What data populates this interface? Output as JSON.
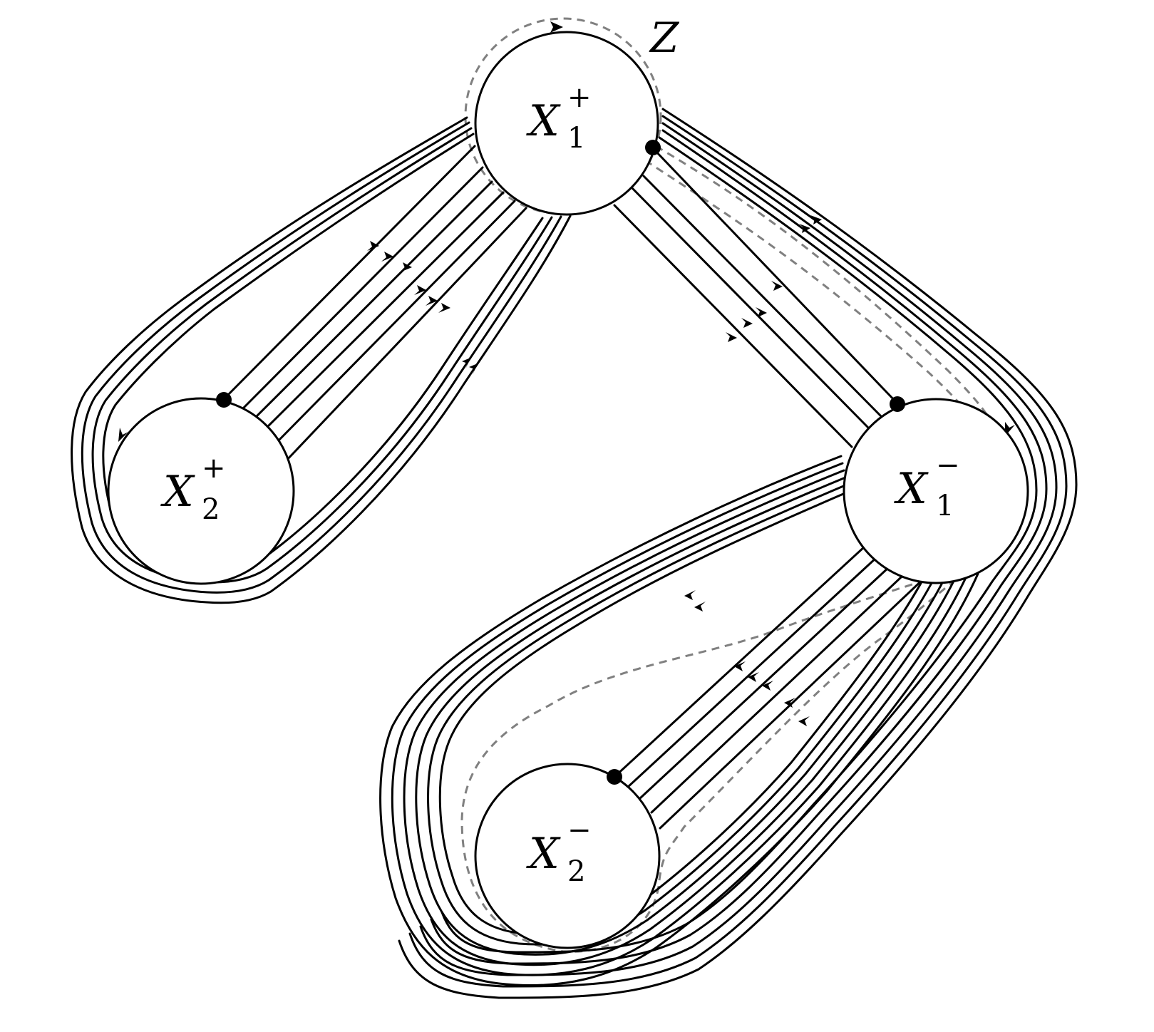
{
  "diagram": {
    "region_label": "Z",
    "nodes": [
      {
        "id": "x1p",
        "base": "X",
        "sub": "1",
        "sup": "+"
      },
      {
        "id": "x2p",
        "base": "X",
        "sub": "2",
        "sup": "+"
      },
      {
        "id": "x1m",
        "base": "X",
        "sub": "1",
        "sup": "−"
      },
      {
        "id": "x2m",
        "base": "X",
        "sub": "2",
        "sup": "−"
      }
    ]
  }
}
